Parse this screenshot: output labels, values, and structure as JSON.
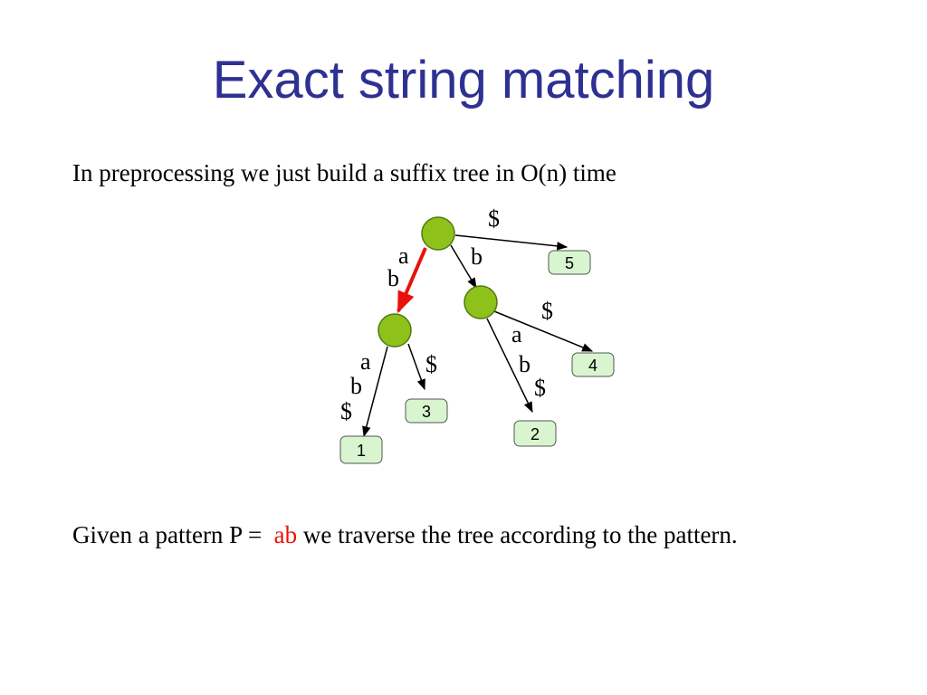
{
  "slide": {
    "title": "Exact string matching",
    "intro": "In preprocessing we just build a suffix tree in O(n) time",
    "pattern_prefix": "Given a pattern P =",
    "pattern_value": "ab",
    "pattern_suffix": "we traverse the tree according to the pattern."
  },
  "tree": {
    "edge_labels": {
      "root_to_leaf5": "$",
      "root_to_a_1": "a",
      "root_to_a_2": "b",
      "root_to_b": "b",
      "a_to_leaf1_1": "a",
      "a_to_leaf1_2": "b",
      "a_to_leaf1_3": "$",
      "a_to_leaf3": "$",
      "b_to_leaf4": "$",
      "b_to_leaf2_1": "a",
      "b_to_leaf2_2": "b",
      "b_to_leaf2_3": "$"
    },
    "leaves": {
      "leaf1": "1",
      "leaf2": "2",
      "leaf3": "3",
      "leaf4": "4",
      "leaf5": "5"
    }
  },
  "colors": {
    "title": "#2e3192",
    "node_fill": "#8ec21a",
    "node_stroke": "#4f7a10",
    "leaf_fill": "#d8f5cf",
    "highlight_edge": "#e8120c",
    "pattern_highlight": "#e8120c"
  }
}
